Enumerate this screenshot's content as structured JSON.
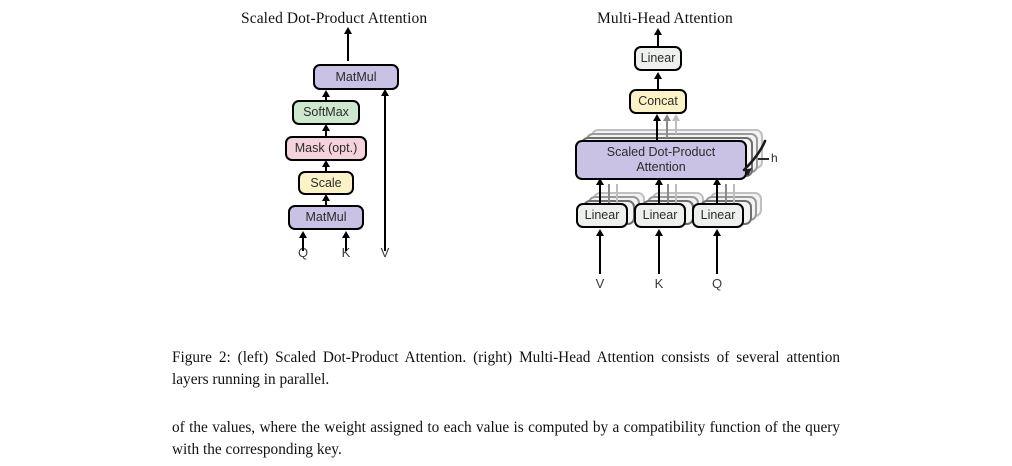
{
  "figure": {
    "left_title": "Scaled Dot-Product Attention",
    "right_title": "Multi-Head Attention",
    "caption": "Figure 2: (left) Scaled Dot-Product Attention. (right) Multi-Head Attention consists of several attention layers running in parallel.",
    "body_text": "of the values, where the weight assigned to each value is computed by a compatibility function of the query with the corresponding key."
  },
  "left_diagram": {
    "boxes": [
      {
        "label": "MatMul",
        "color": "#c9c2e4"
      },
      {
        "label": "SoftMax",
        "color": "#cde8cd"
      },
      {
        "label": "Mask (opt.)",
        "color": "#f5d3dd"
      },
      {
        "label": "Scale",
        "color": "#fbf3c6"
      },
      {
        "label": "MatMul",
        "color": "#c9c2e4"
      }
    ],
    "inputs": [
      "Q",
      "K",
      "V"
    ]
  },
  "right_diagram": {
    "boxes": [
      {
        "label": "Linear",
        "color": "#eef0ee"
      },
      {
        "label": "Concat",
        "color": "#fbf3c6"
      },
      {
        "label_line1": "Scaled Dot-Product",
        "label_line2": "Attention",
        "color": "#c9c2e4"
      },
      {
        "label": "Linear",
        "color": "#eef0ee"
      },
      {
        "label": "Linear",
        "color": "#eef0ee"
      },
      {
        "label": "Linear",
        "color": "#eef0ee"
      }
    ],
    "heads_label": "h",
    "inputs": [
      "V",
      "K",
      "Q"
    ]
  },
  "colors": {
    "purple": "#c9c2e4",
    "green": "#cde8cd",
    "pink": "#f5d3dd",
    "yellow": "#fbf3c6",
    "gray": "#eef0ee",
    "outline": "#000000",
    "page_background": "#ffffff"
  }
}
